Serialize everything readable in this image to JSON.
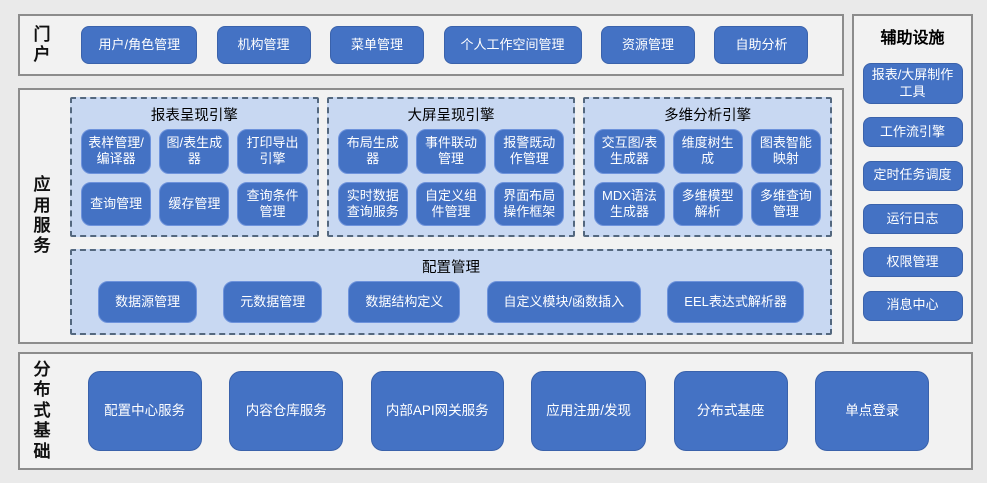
{
  "colors": {
    "accent_blue": "#4472C4",
    "panel_light_blue": "#C8D8F2",
    "dashed_border": "#54687F",
    "section_border": "#8C8C8C",
    "page_background": "#EAEAEA"
  },
  "portal": {
    "label": "门户",
    "buttons": [
      "用户/角色管理",
      "机构管理",
      "菜单管理",
      "个人工作空间管理",
      "资源管理",
      "自助分析"
    ]
  },
  "app_services": {
    "label": "应用服务",
    "engines": [
      {
        "title": "报表呈现引擎",
        "buttons": [
          "表样管理/编译器",
          "图/表生成器",
          "打印导出引擎",
          "查询管理",
          "缓存管理",
          "查询条件管理"
        ]
      },
      {
        "title": "大屏呈现引擎",
        "buttons": [
          "布局生成器",
          "事件联动管理",
          "报警既动作管理",
          "实时数据查询服务",
          "自定义组件管理",
          "界面布局操作框架"
        ]
      },
      {
        "title": "多维分析引擎",
        "buttons": [
          "交互图/表生成器",
          "维度树生成",
          "图表智能映射",
          "MDX语法生成器",
          "多维模型解析",
          "多维查询管理"
        ]
      }
    ],
    "config": {
      "title": "配置管理",
      "buttons": [
        "数据源管理",
        "元数据管理",
        "数据结构定义",
        "自定义模块/函数插入",
        "EEL表达式解析器"
      ]
    }
  },
  "auxiliary": {
    "title": "辅助设施",
    "buttons": [
      "报表/大屏制作工具",
      "工作流引擎",
      "定时任务调度",
      "运行日志",
      "权限管理",
      "消息中心"
    ]
  },
  "distributed": {
    "label": "分布式基础",
    "buttons": [
      "配置中心服务",
      "内容仓库服务",
      "内部API网关服务",
      "应用注册/发现",
      "分布式基座",
      "单点登录"
    ]
  }
}
